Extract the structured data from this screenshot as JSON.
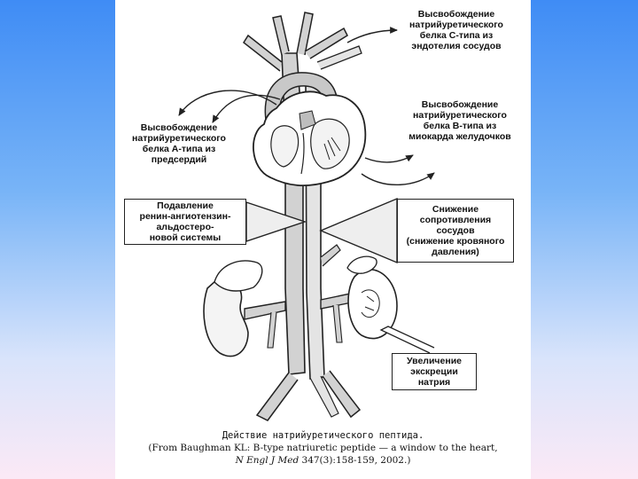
{
  "labels": {
    "cnp": "Высвобождение\nнатрийуретического\nбелка С-типа из\nэндотелия сосудов",
    "bnp": "Высвобождение\nнатрийуретического\nбелка В-типа из\nмиокарда желудочков",
    "anp": "Высвобождение\nнатрийуретического\nбелка А-типа из\nпредсердий",
    "raas": "Подавление\nренин-ангиотензин-\nальдостеро-\nновой системы",
    "resistance": "Снижение\nсопротивления\nсосудов\n(снижение кровяного\nдавления)",
    "sodium": "Увеличение\nэкскреции\nнатрия"
  },
  "caption": {
    "title": "Действие натрийуретического пептида.",
    "line2": "(From Baughman KL: B-type natriuretic peptide — a window to the heart,",
    "journal": "N Engl J Med",
    "citation": " 347(3):158-159, 2002.)"
  },
  "colors": {
    "background_top": "#3f8cf5",
    "background_bottom": "#fbe9f6",
    "vessel_fill": "#d2d2d2",
    "ink": "#222222"
  }
}
